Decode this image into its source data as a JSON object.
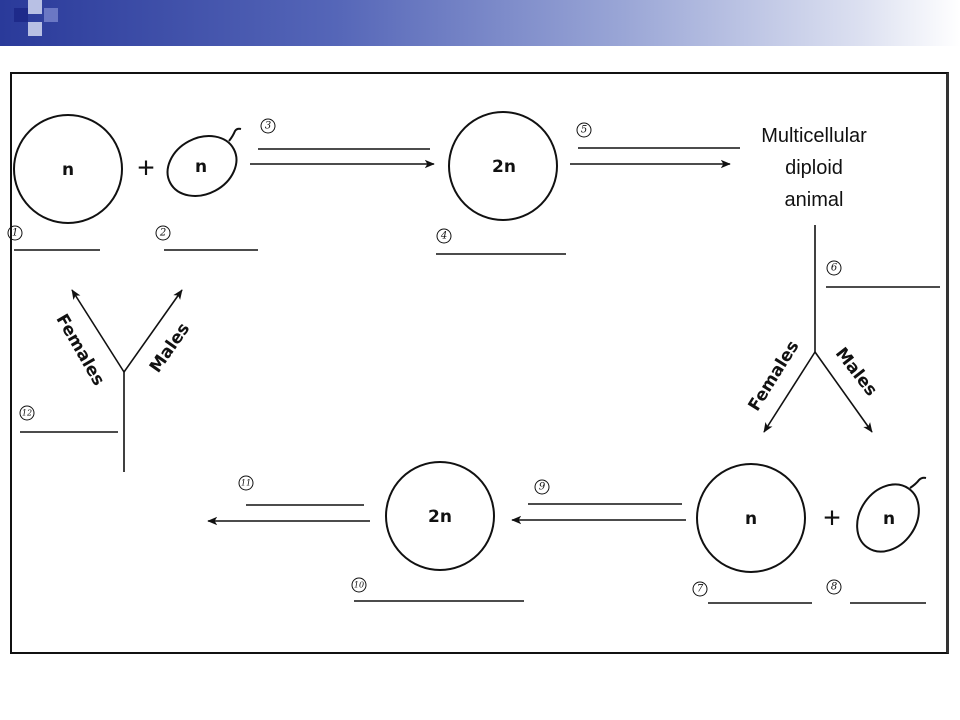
{
  "cell_labels": {
    "egg_haploid": "n",
    "sperm_haploid": "n",
    "zygote_diploid": "2n",
    "egg_haploid_2": "n",
    "sperm_haploid_2": "n",
    "zygote_diploid_2": "2n"
  },
  "operators": {
    "plus_top": "+",
    "plus_bottom": "+"
  },
  "organism": {
    "line1": "Multicellular",
    "line2": "diploid",
    "line3": "animal"
  },
  "branches": {
    "right_females": "Females",
    "right_males": "Males",
    "left_females": "Females",
    "left_males": "Males"
  },
  "blank_numbers": [
    "1",
    "2",
    "3",
    "4",
    "5",
    "6",
    "7",
    "8",
    "9",
    "10",
    "11",
    "12"
  ],
  "colors": {
    "title_bar_dark": "#1e2a8a",
    "title_bar_light": "#9aa6d6",
    "ink": "#111111"
  }
}
